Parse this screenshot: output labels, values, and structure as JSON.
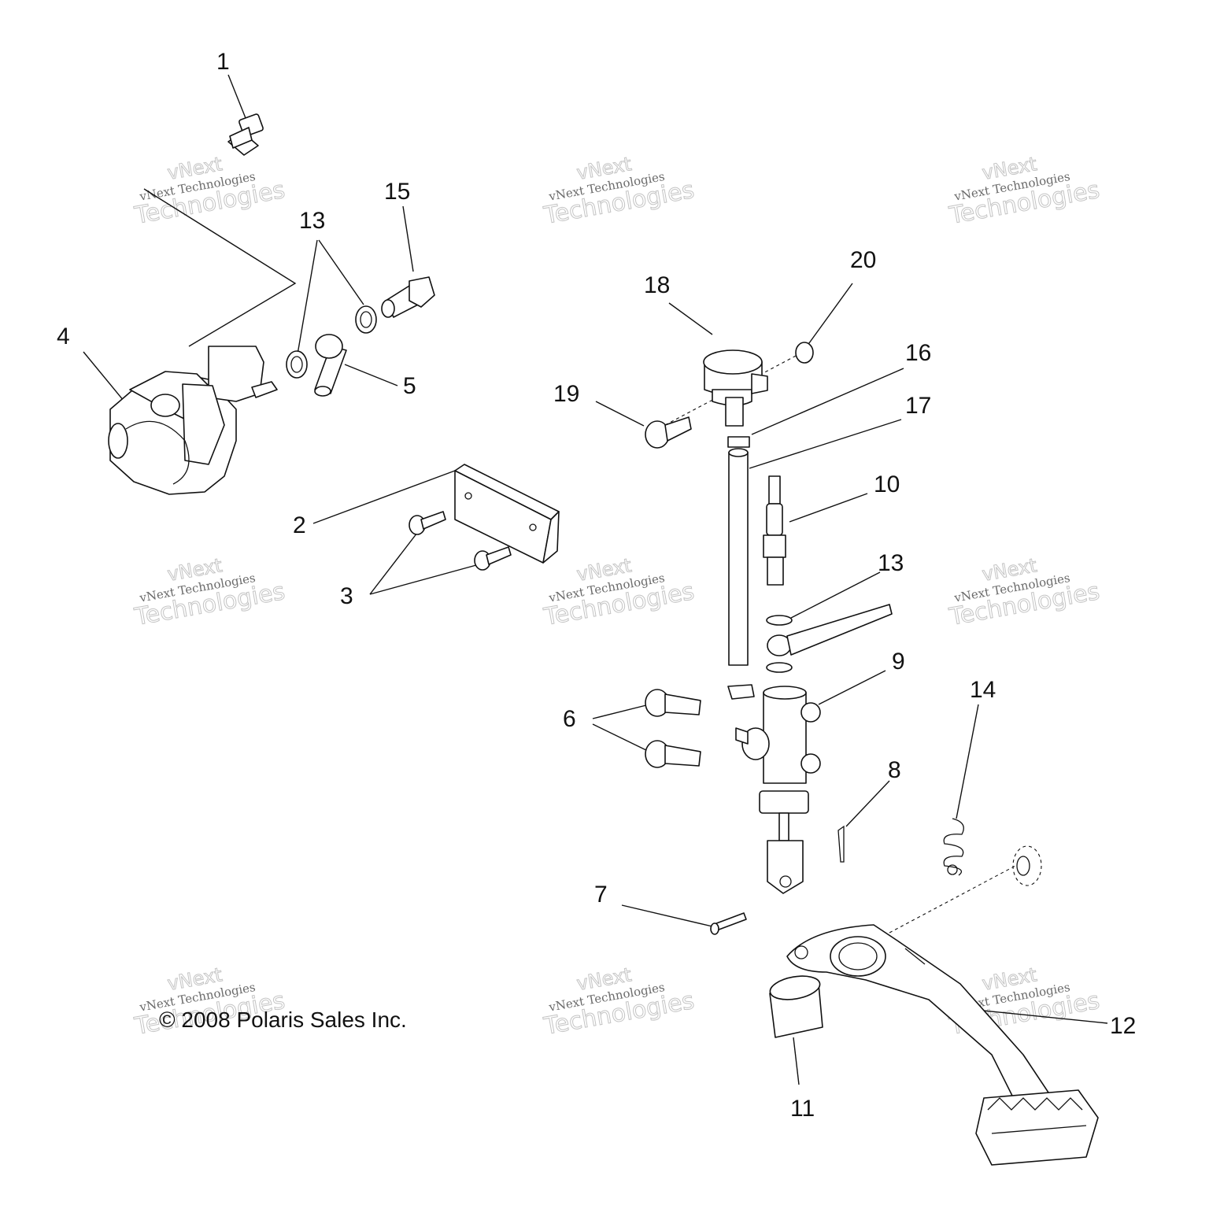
{
  "diagram": {
    "callouts": [
      "1",
      "2",
      "3",
      "4",
      "5",
      "6",
      "7",
      "8",
      "9",
      "10",
      "11",
      "12",
      "13",
      "13",
      "14",
      "15",
      "16",
      "17",
      "18",
      "19",
      "20"
    ],
    "copyright": "© 2008 Polaris Sales Inc.",
    "watermark": {
      "line1": "vNext",
      "line2": "vNext Technologies",
      "line3": "Technologies"
    }
  }
}
